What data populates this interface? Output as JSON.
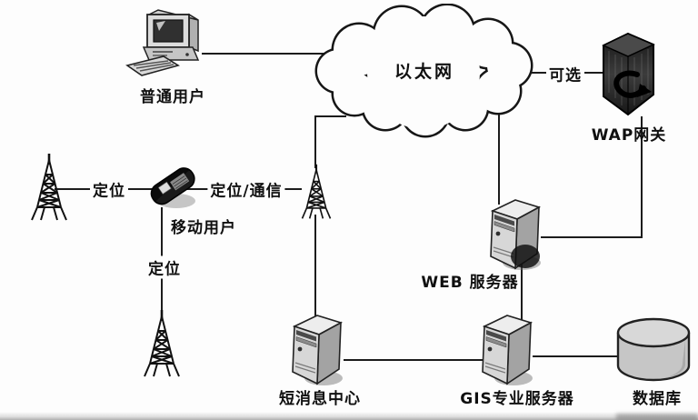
{
  "page": {
    "background": "#fdfdfd",
    "line_color": "#1c1c1c",
    "text_color": "#101010"
  },
  "diagram": {
    "nodes": {
      "regular_user": {
        "label": "普通用户",
        "icon": "desktop-computer-icon"
      },
      "ethernet": {
        "label": "以太网",
        "icon": "cloud-icon"
      },
      "wap_gateway": {
        "label": "WAP网关",
        "icon": "gateway-column-icon"
      },
      "mobile_user": {
        "label": "移动用户",
        "icon": "mobile-phone-icon"
      },
      "web_server": {
        "label": "WEB 服务器",
        "icon": "tower-server-icon"
      },
      "sms_center": {
        "label": "短消息中心",
        "icon": "tower-server-icon"
      },
      "gis_server": {
        "label": "GIS专业服务器",
        "icon": "tower-server-icon"
      },
      "database": {
        "label": "数据库",
        "icon": "database-cylinder-icon"
      },
      "base_station_left": {
        "icon": "antenna-tower-icon"
      },
      "base_station_mid": {
        "icon": "antenna-tower-icon"
      },
      "base_station_bottom": {
        "icon": "antenna-tower-icon"
      }
    },
    "edge_labels": {
      "optional": "可选",
      "locate_left": "定位",
      "locate_comm": "定位/通信",
      "locate_down": "定位"
    }
  }
}
